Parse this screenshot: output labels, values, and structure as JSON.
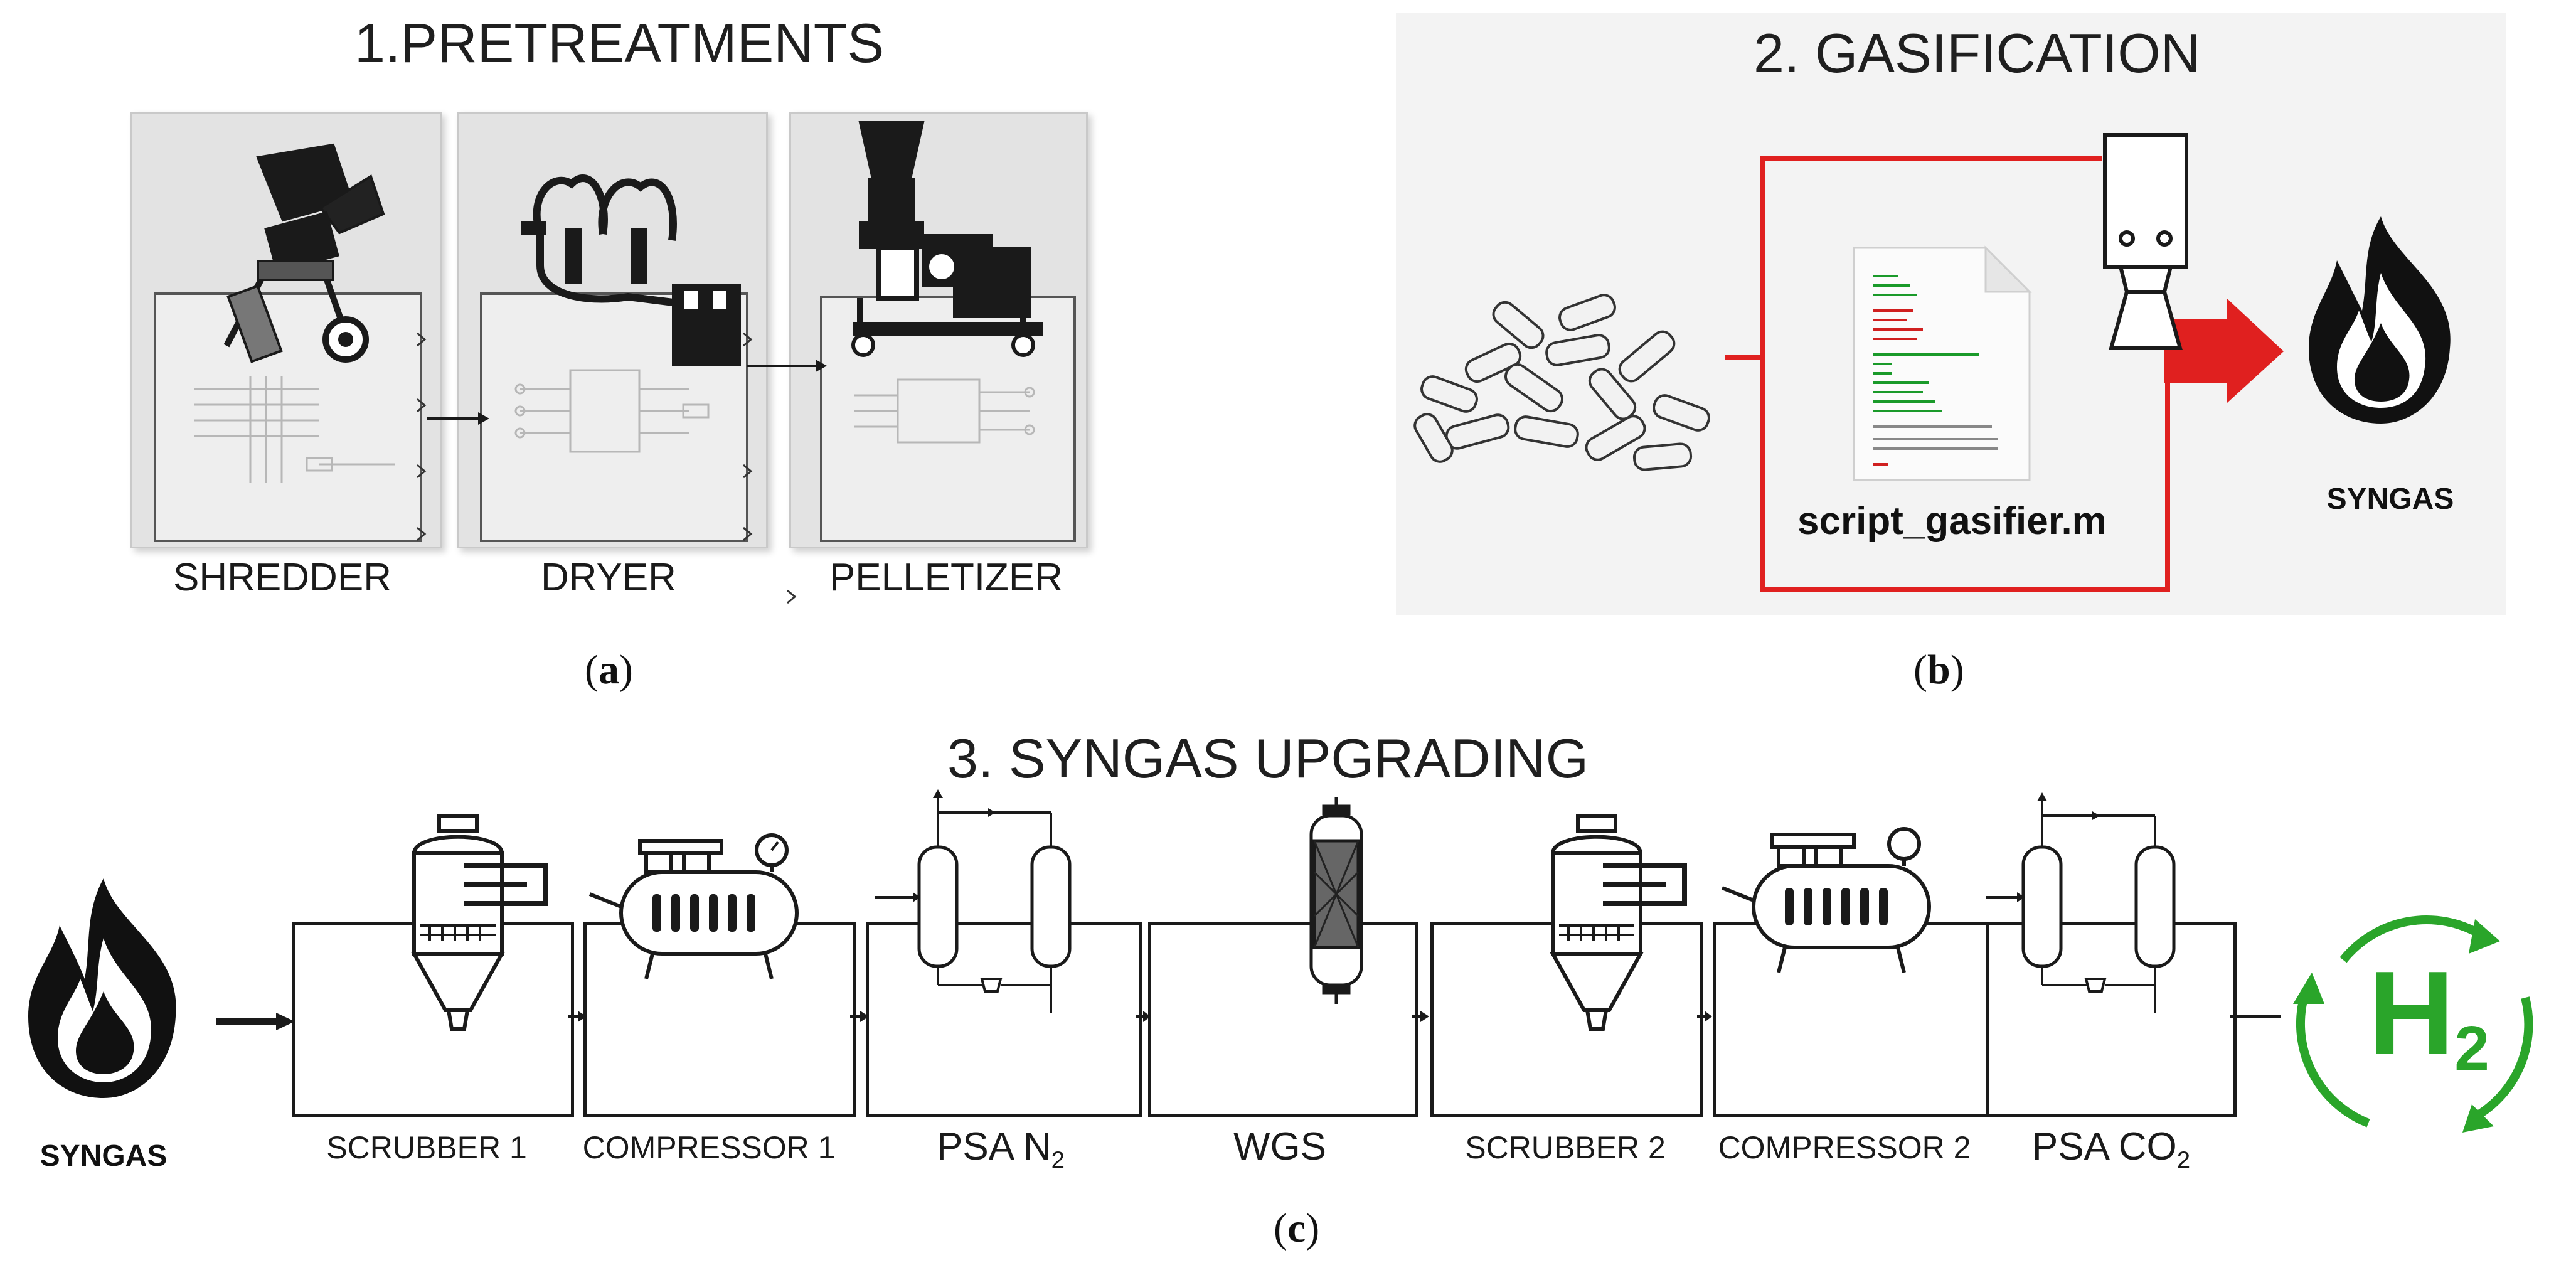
{
  "panel_a": {
    "title": "1.PRETREATMENTS",
    "label_open": "(",
    "label_letter": "a",
    "label_close": ")",
    "stages": [
      "SHREDDER",
      "DRYER",
      "PELLETIZER"
    ]
  },
  "panel_b": {
    "title": "2. GASIFICATION",
    "label_open": "(",
    "label_letter": "b",
    "label_close": ")",
    "script_name": "script_gasifier.m",
    "output_label": "SYNGAS",
    "colors": {
      "line": "#e0201f",
      "code_green": "#1a9a2a",
      "code_red": "#d02020"
    }
  },
  "panel_c": {
    "title": "3. SYNGAS UPGRADING",
    "label_open": "(",
    "label_letter": "c",
    "label_close": ")",
    "input_label": "SYNGAS",
    "stages": [
      {
        "name": "SCRUBBER 1"
      },
      {
        "name": "COMPRESSOR 1"
      },
      {
        "name": "PSA N",
        "sub": "2"
      },
      {
        "name": "WGS"
      },
      {
        "name": "SCRUBBER 2"
      },
      {
        "name": "COMPRESSOR 2"
      },
      {
        "name": "PSA CO",
        "sub": "2"
      }
    ],
    "product_label": "H",
    "product_sub": "2",
    "colors": {
      "product": "#2aa52a"
    }
  }
}
